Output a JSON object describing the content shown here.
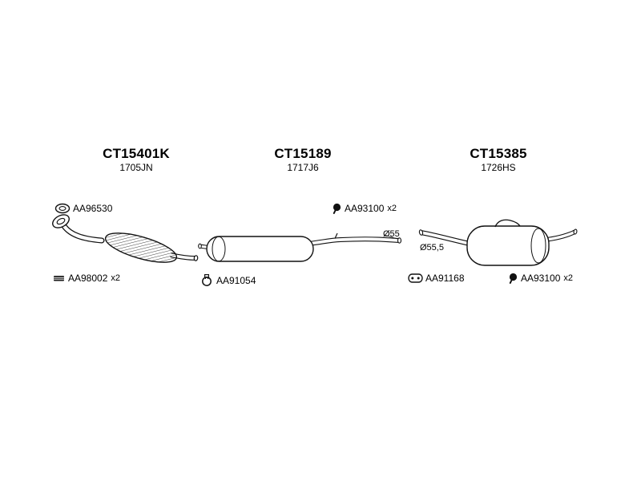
{
  "groups": [
    {
      "part_number": "CT15401K",
      "code": "1705JN",
      "labels": [
        {
          "icon": "gasket-icon",
          "part": "AA96530"
        },
        {
          "icon": "strap-icon",
          "part": "AA98002",
          "qty": "x2"
        }
      ]
    },
    {
      "part_number": "CT15189",
      "code": "1717J6",
      "diameter": "Ø55",
      "labels": [
        {
          "icon": "bolt-icon",
          "part": "AA93100",
          "qty": "x2"
        },
        {
          "icon": "clamp-icon",
          "part": "AA91054"
        }
      ]
    },
    {
      "part_number": "CT15385",
      "code": "1726HS",
      "diameter": "Ø55,5",
      "labels": [
        {
          "icon": "mount-icon",
          "part": "AA91168"
        },
        {
          "icon": "bolt-icon",
          "part": "AA93100",
          "qty": "x2"
        }
      ]
    }
  ],
  "colors": {
    "background": "#ffffff",
    "line": "#111111",
    "text": "#000000"
  }
}
